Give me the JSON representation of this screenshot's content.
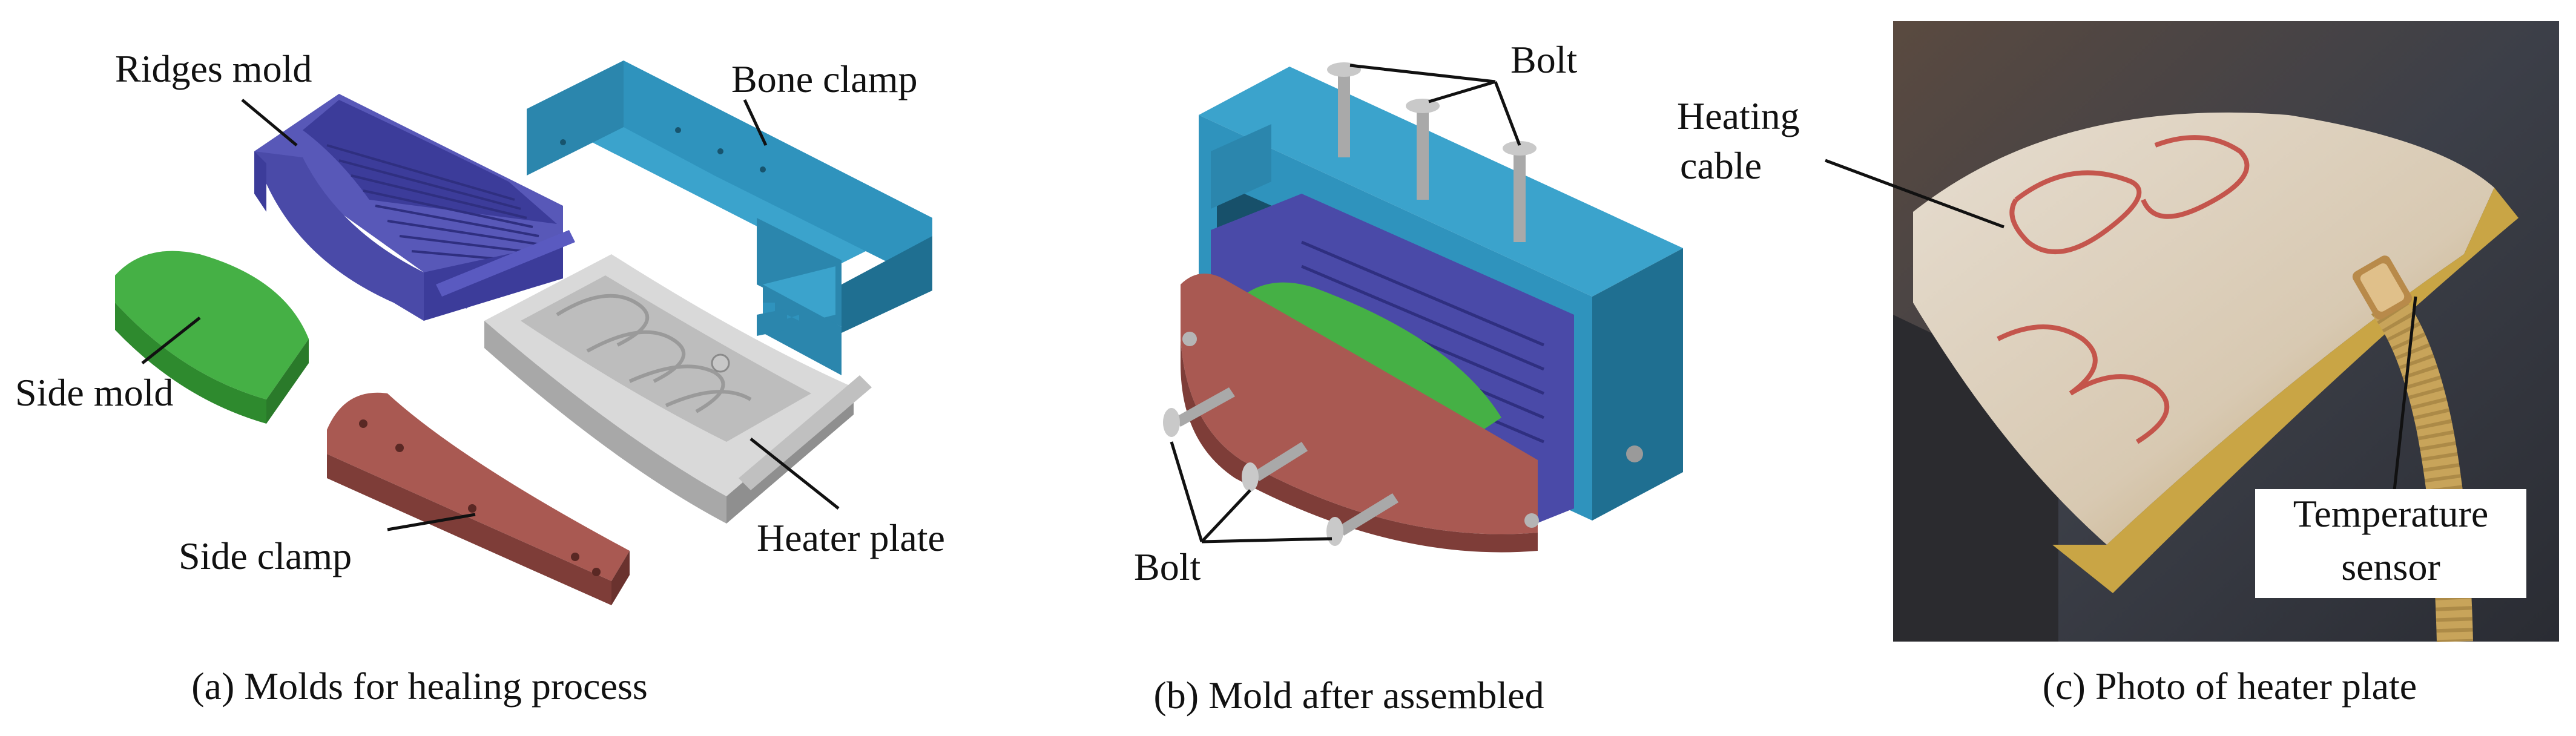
{
  "panels": [
    {
      "caption": "(a) Molds for healing process",
      "labels": {
        "ridges_mold": "Ridges mold",
        "bone_clamp": "Bone clamp",
        "side_mold": "Side mold",
        "side_clamp": "Side clamp",
        "heater_plate": "Heater plate"
      }
    },
    {
      "caption": "(b) Mold after assembled",
      "labels": {
        "bolt_top": "Bolt",
        "bolt_bottom": "Bolt"
      }
    },
    {
      "caption": "(c) Photo of heater plate",
      "labels": {
        "heating_cable_line1": "Heating",
        "heating_cable_line2": "cable",
        "temperature_sensor_line1": "Temperature",
        "temperature_sensor_line2": "sensor"
      }
    }
  ],
  "colors": {
    "ridges_mold": "#4a4aa8",
    "bone_clamp": "#2f8fb8",
    "side_mold": "#3a9a3a",
    "side_clamp": "#a0504a",
    "heater_plate": "#cfcfcf",
    "bolt": "#a9a9a9"
  }
}
